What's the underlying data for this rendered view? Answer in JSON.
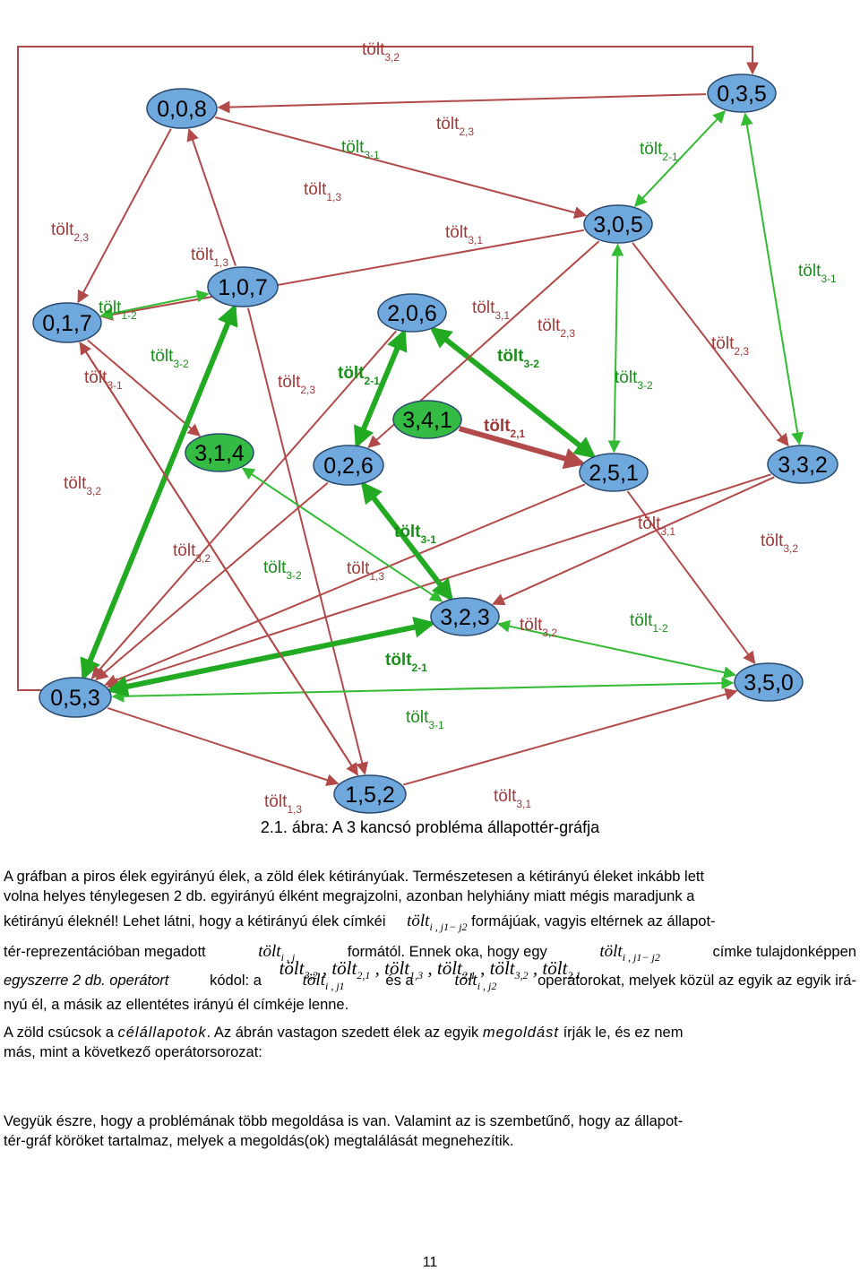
{
  "figure": {
    "nodes": [
      {
        "id": "008",
        "label": "0,0,8",
        "goal": false
      },
      {
        "id": "035",
        "label": "0,3,5",
        "goal": false
      },
      {
        "id": "305",
        "label": "3,0,5",
        "goal": false
      },
      {
        "id": "017",
        "label": "0,1,7",
        "goal": false
      },
      {
        "id": "107",
        "label": "1,0,7",
        "goal": false
      },
      {
        "id": "206",
        "label": "2,0,6",
        "goal": false
      },
      {
        "id": "341",
        "label": "3,4,1",
        "goal": true
      },
      {
        "id": "314",
        "label": "3,1,4",
        "goal": true
      },
      {
        "id": "026",
        "label": "0,2,6",
        "goal": false
      },
      {
        "id": "251",
        "label": "2,5,1",
        "goal": false
      },
      {
        "id": "332",
        "label": "3,3,2",
        "goal": false
      },
      {
        "id": "323",
        "label": "3,2,3",
        "goal": false
      },
      {
        "id": "053",
        "label": "0,5,3",
        "goal": false
      },
      {
        "id": "350",
        "label": "3,5,0",
        "goal": false
      },
      {
        "id": "152",
        "label": "1,5,2",
        "goal": false
      }
    ],
    "edge_labels": [
      {
        "base": "tölt",
        "sub": "3,2",
        "color": "red"
      },
      {
        "base": "tölt",
        "sub": "2,3",
        "color": "red"
      },
      {
        "base": "tölt",
        "sub": "3-1",
        "color": "green"
      },
      {
        "base": "tölt",
        "sub": "2-1",
        "color": "green"
      },
      {
        "base": "tölt",
        "sub": "1,3",
        "color": "red"
      },
      {
        "base": "tölt",
        "sub": "2,3",
        "color": "red"
      },
      {
        "base": "tölt",
        "sub": "3,1",
        "color": "red"
      },
      {
        "base": "tölt",
        "sub": "1,3",
        "color": "red"
      },
      {
        "base": "tölt",
        "sub": "3-1",
        "color": "green"
      },
      {
        "base": "tölt",
        "sub": "1-2",
        "color": "green"
      },
      {
        "base": "tölt",
        "sub": "3,1",
        "color": "red"
      },
      {
        "base": "tölt",
        "sub": "2,3",
        "color": "red"
      },
      {
        "base": "tölt",
        "sub": "3-2",
        "color": "green"
      },
      {
        "base": "tölt",
        "sub": "3-1",
        "color": "red"
      },
      {
        "base": "tölt",
        "sub": "2,3",
        "color": "red"
      },
      {
        "base": "tölt",
        "sub": "2-1",
        "color": "green",
        "bold": true
      },
      {
        "base": "tölt",
        "sub": "3-2",
        "color": "green",
        "bold": true
      },
      {
        "base": "tölt",
        "sub": "3-2",
        "color": "green"
      },
      {
        "base": "tölt",
        "sub": "2,3",
        "color": "red"
      },
      {
        "base": "tölt",
        "sub": "2,1",
        "color": "red",
        "bold": true
      },
      {
        "base": "tölt",
        "sub": "3,2",
        "color": "red"
      },
      {
        "base": "tölt",
        "sub": "3,1",
        "color": "red"
      },
      {
        "base": "tölt",
        "sub": "3,2",
        "color": "red"
      },
      {
        "base": "tölt",
        "sub": "3,2",
        "color": "red"
      },
      {
        "base": "tölt",
        "sub": "3-1",
        "color": "green",
        "bold": true
      },
      {
        "base": "tölt",
        "sub": "3-2",
        "color": "green"
      },
      {
        "base": "tölt",
        "sub": "1,3",
        "color": "red"
      },
      {
        "base": "tölt",
        "sub": "3,2",
        "color": "red"
      },
      {
        "base": "tölt",
        "sub": "1-2",
        "color": "green"
      },
      {
        "base": "tölt",
        "sub": "2-1",
        "color": "green",
        "bold": true
      },
      {
        "base": "tölt",
        "sub": "3-1",
        "color": "green"
      },
      {
        "base": "tölt",
        "sub": "1,3",
        "color": "red"
      },
      {
        "base": "tölt",
        "sub": "3,1",
        "color": "red"
      }
    ],
    "colors": {
      "node_fill": "#6fa8dc",
      "goal_fill": "#33bb44",
      "red_edge": "#b34a4a",
      "green_edge": "#33bb33",
      "green_bold_edge": "#22aa22",
      "bold_red_edge": "#b34a4a"
    }
  },
  "caption": "2.1. ábra: A 3 kancsó probléma állapottér-gráfja",
  "para1": {
    "line1": "A gráfban a piros élek egyirányú élek, a zöld élek kétirányúak. Természetesen a kétirányú éleket inkább lett",
    "line2": "volna helyes ténylegesen 2 db. egyirányú élként megrajzolni, azonban helyhiány miatt mégis maradjunk a",
    "line3a": "kétirányú éleknél! Lehet látni, hogy a kétirányú élek címkéi",
    "line3b": "formájúak, vagyis eltérnek az állapot-",
    "line4a": "tér-reprezentációban megadott",
    "line4b": "formától. Ennek oka, hogy egy",
    "line4c": "címke tulajdonképpen",
    "line5a": "egyszerre 2 db. operátort",
    "line5b": "kódol: a",
    "line5c": "és a",
    "line5d": "operátorokat, melyek közül az egyik az egyik irá-",
    "line6": "nyú él, a másik az ellentétes irányú él címkéje lenne.",
    "op_base": "tölt",
    "op_sub_ij1j2": "i , j1− j2",
    "op_sub_ij": "i , j",
    "op_sub_ij1": "i , j1",
    "op_sub_ij2": "i , j2"
  },
  "para2": {
    "line1a": "A zöld csúcsok a",
    "line1b": "célállapotok",
    "line1c": ". Az ábrán vastagon szedett élek az egyik",
    "line1d": "megoldást",
    "line1e": "írják le, és ez nem",
    "line2": "más, mint a következő operátorsorozat:"
  },
  "solution": [
    {
      "base": "tölt",
      "sub": "3,2"
    },
    {
      "base": "tölt",
      "sub": "2,1"
    },
    {
      "base": "tölt",
      "sub": "1,3"
    },
    {
      "base": "tölt",
      "sub": "2,1"
    },
    {
      "base": "tölt",
      "sub": "3,2"
    },
    {
      "base": "tölt",
      "sub": "2,1"
    }
  ],
  "para3": {
    "line1": "Vegyük észre, hogy a problémának több megoldása is van. Valamint az is szembetűnő, hogy az állapot-",
    "line2": "tér-gráf köröket tartalmaz, melyek a megoldás(ok) megtalálását megnehezítik."
  },
  "page_number": "11"
}
